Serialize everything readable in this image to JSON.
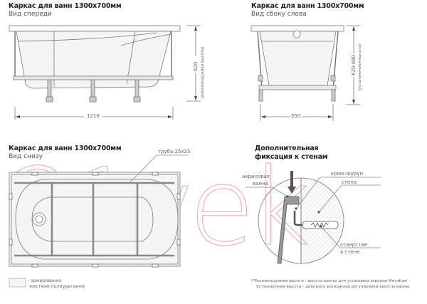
{
  "views": {
    "front": {
      "title": "Каркас для ванн 1300x700мм",
      "subtitle": "Вид спереди",
      "width_dim": "1210",
      "height_dim": "620",
      "height_note": "(рекомендуемая высота)"
    },
    "side": {
      "title": "Каркас для ванн 1300x700мм",
      "subtitle": "Вид сбоку слева",
      "width_dim": "550",
      "height_dim": "620-680",
      "height_note": "(установочная высота)"
    },
    "bottom": {
      "title": "Каркас для ванн 1300x700мм",
      "subtitle": "Вид снизу",
      "pipe_label": "труба 25x25"
    },
    "fixation": {
      "title_line1": "Дополнительная",
      "title_line2": "фиксация к стенам",
      "label_bath_line1": "акриловая",
      "label_bath_line2": "ванна",
      "label_hook": "крюк-шуруп",
      "label_wall": "стена",
      "label_hole_line1": "отверстие",
      "label_hole_line2": "в стене"
    }
  },
  "legend": {
    "line1": "- армирование",
    "line2": "жестким полиуретаном"
  },
  "footnote": {
    "line1": "**Рекомендуемая высота - высота ванны для установки экранов МетаКам",
    "line2": "Установочная высота - диапазон возможной регулировки высоты ванны"
  },
  "watermark": "21vek"
}
